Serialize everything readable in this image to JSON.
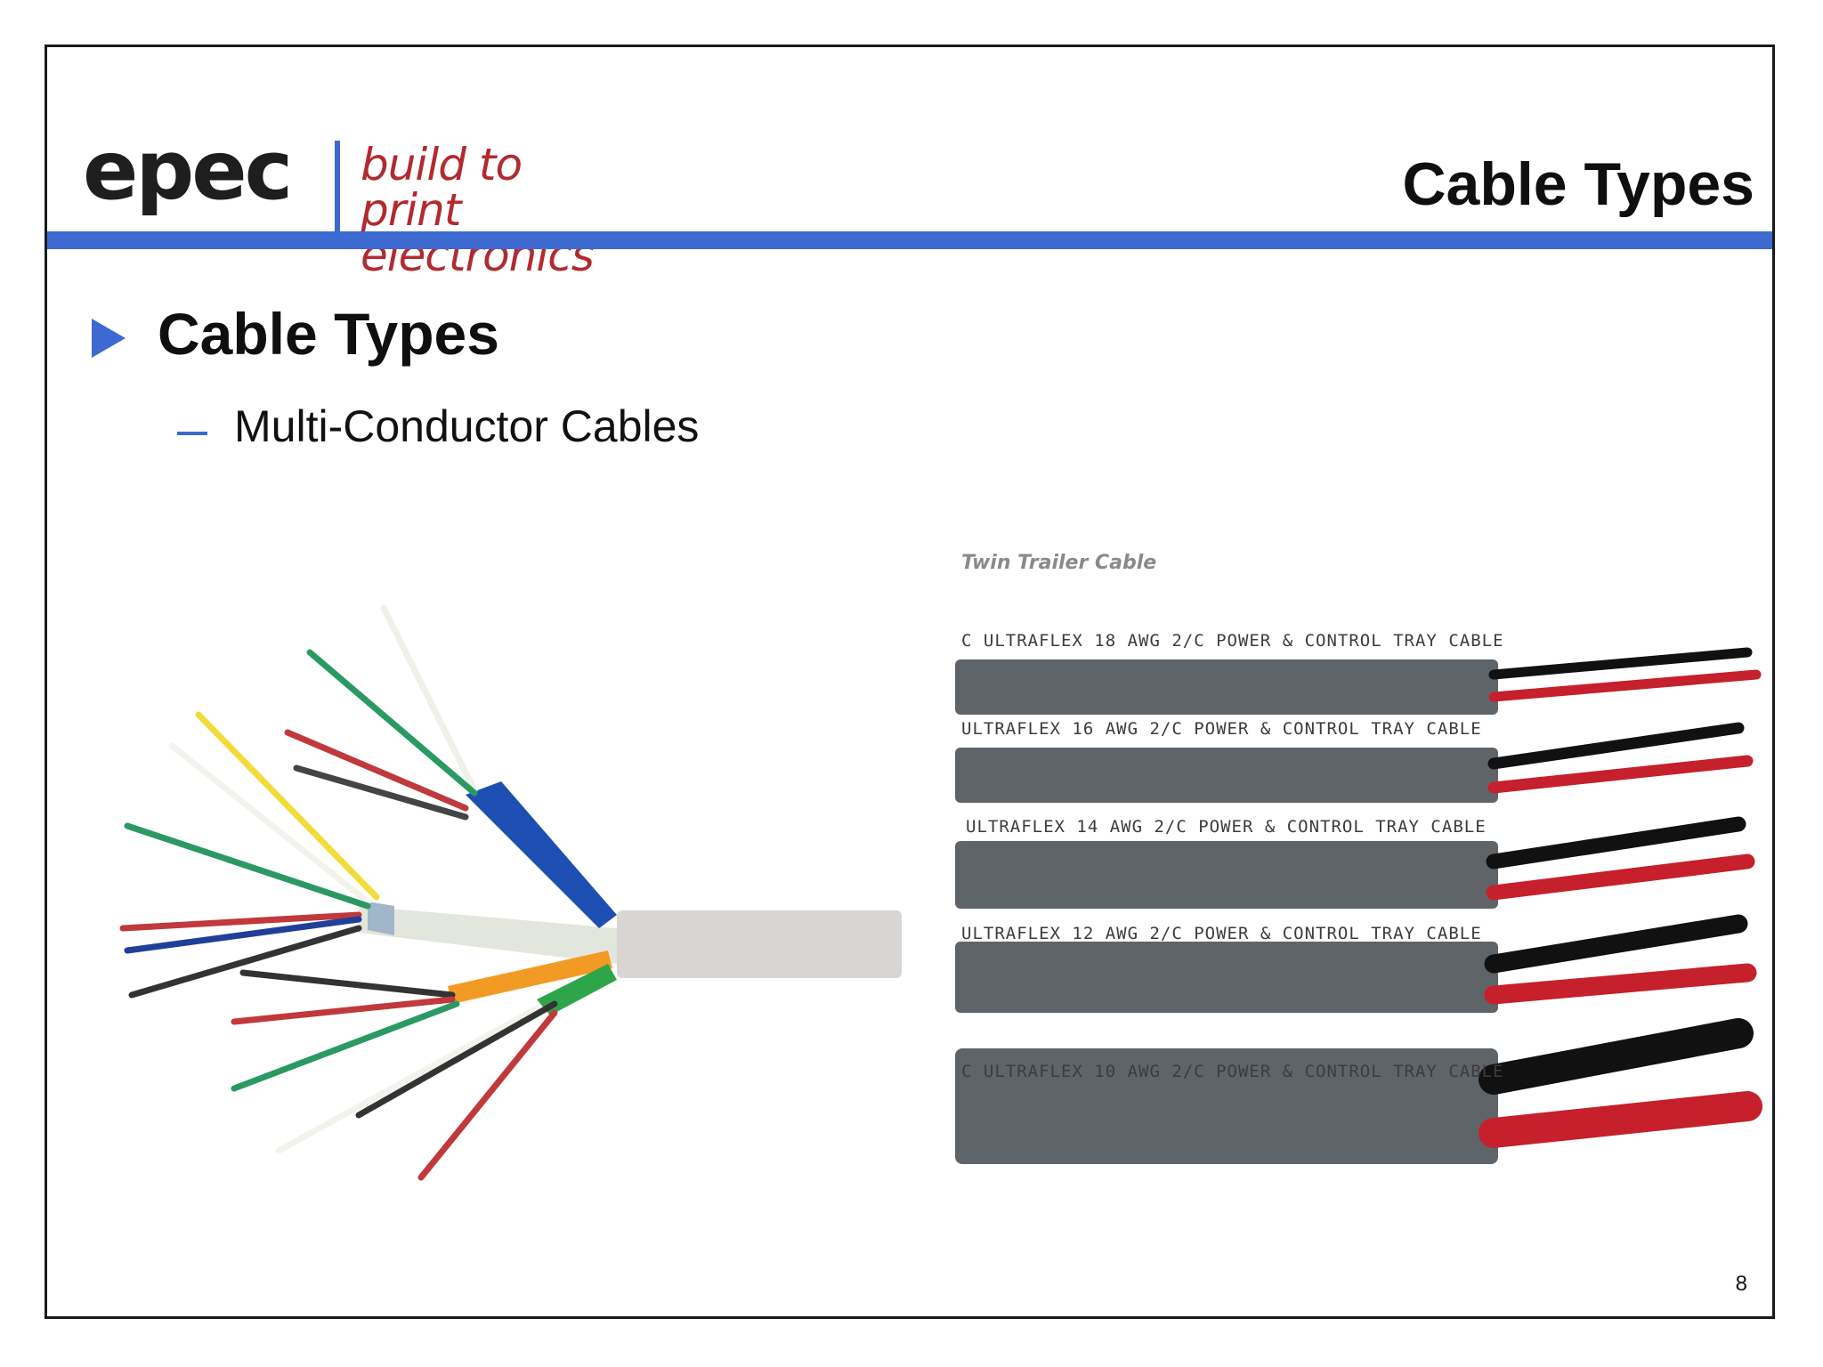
{
  "logo": {
    "word": "epec",
    "tagline": [
      "build to print",
      "electronics"
    ]
  },
  "header": {
    "title": "Cable Types"
  },
  "content": {
    "heading": "Cable Types",
    "sub_items": [
      "Multi-Conductor Cables"
    ]
  },
  "right_image": {
    "caption": "Twin Trailer Cable",
    "cable_prints": [
      "C ULTRAFLEX  18  AWG  2/C  POWER & CONTROL TRAY CABLE",
      "ULTRAFLEX  16  AWG  2/C  POWER & CONTROL TRAY CABLE",
      "ULTRAFLEX  14  AWG  2/C  POWER & CONTROL TRAY CABLE",
      "ULTRAFLEX  12  AWG  2/C  POWER & CONTROL TRAY CABLE",
      "C ULTRAFLEX  10  AWG  2/C  POWER & CONTROL TRAY CABLE"
    ]
  },
  "footer": {
    "page_number": "8"
  },
  "colors": {
    "accent_blue": "#3d6ad0",
    "logo_red": "#b22a30",
    "cable_gray": "#5f6469"
  }
}
